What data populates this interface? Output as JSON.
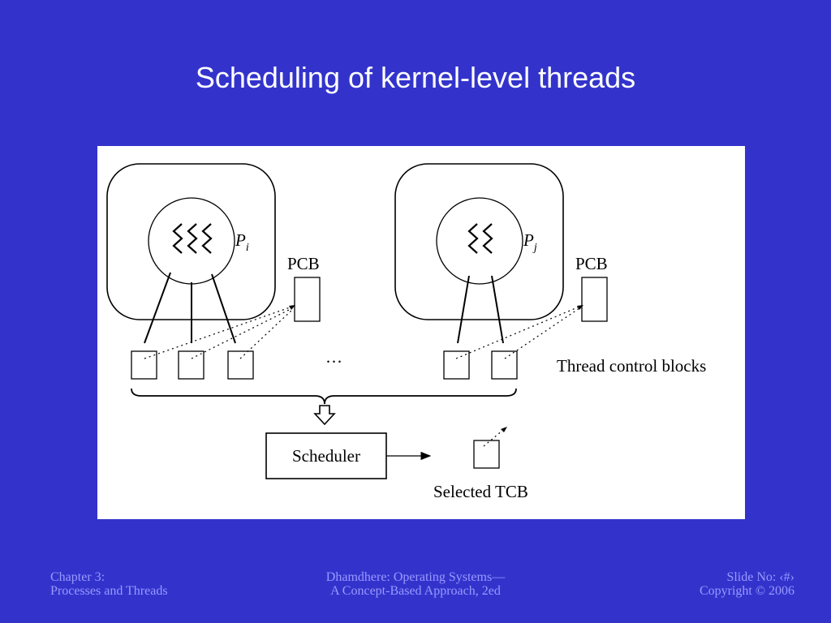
{
  "slide": {
    "title": "Scheduling of kernel-level threads"
  },
  "diagram": {
    "process_i": {
      "letter": "P",
      "subscript": "i"
    },
    "process_j": {
      "letter": "P",
      "subscript": "j"
    },
    "pcb_label_i": "PCB",
    "pcb_label_j": "PCB",
    "ellipsis": "···",
    "thread_control_blocks_label": "Thread control blocks",
    "scheduler_label": "Scheduler",
    "selected_tcb_label": "Selected TCB"
  },
  "footer": {
    "left_line1": "Chapter 3:",
    "left_line2": "Processes and Threads",
    "center_line1": "Dhamdhere: Operating Systems—",
    "center_line2": "A Concept-Based Approach, 2ed",
    "right_line1": "Slide No: ‹#›",
    "right_line2": "Copyright © 2006"
  },
  "colors": {
    "background": "#3333cc",
    "title_text": "#ffffff",
    "footer_text": "#9999ff",
    "figure_background": "#ffffff"
  }
}
